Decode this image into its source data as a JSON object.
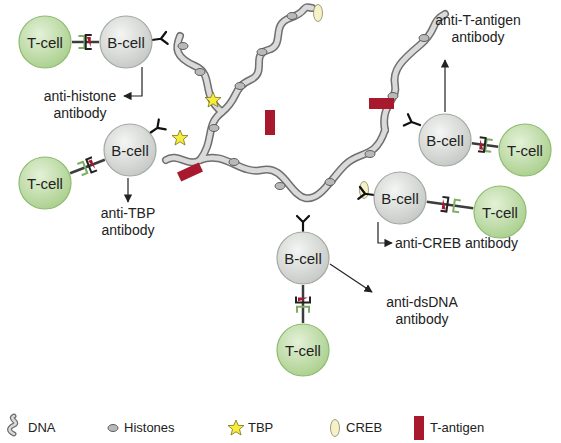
{
  "diagram": {
    "nodes": [
      {
        "text": [
          "T-cell"
        ]
      },
      {
        "text": [
          "B-cell"
        ]
      },
      {
        "text": [
          "B-cell"
        ]
      },
      {
        "text": [
          "T-cell"
        ]
      },
      {
        "text": [
          "B-cell"
        ]
      },
      {
        "text": [
          "T-cell"
        ]
      },
      {
        "text": [
          "B-cell"
        ]
      },
      {
        "text": [
          "T-cell"
        ]
      },
      {
        "text": [
          "B-cell"
        ]
      },
      {
        "text": [
          "T-cell"
        ]
      }
    ],
    "edges": [
      {
        "from": 0,
        "to": 1,
        "arrow": "none"
      },
      {
        "from": 2,
        "to": 3,
        "arrow": "none"
      },
      {
        "from": 4,
        "to": 5,
        "arrow": "none"
      },
      {
        "from": 6,
        "to": 7,
        "arrow": "none"
      },
      {
        "from": 8,
        "to": 9,
        "arrow": "none"
      }
    ],
    "labels": [
      "anti-T-antigen antibody",
      "anti-histone antibody",
      "anti-TBP antibody",
      "anti-CREB antibody",
      "anti-dsDNA antibody"
    ],
    "legend": [
      {
        "text": "DNA"
      },
      {
        "text": "Histones"
      },
      {
        "text": "TBP"
      },
      {
        "text": "CREB"
      },
      {
        "text": "T-antigen"
      }
    ]
  }
}
